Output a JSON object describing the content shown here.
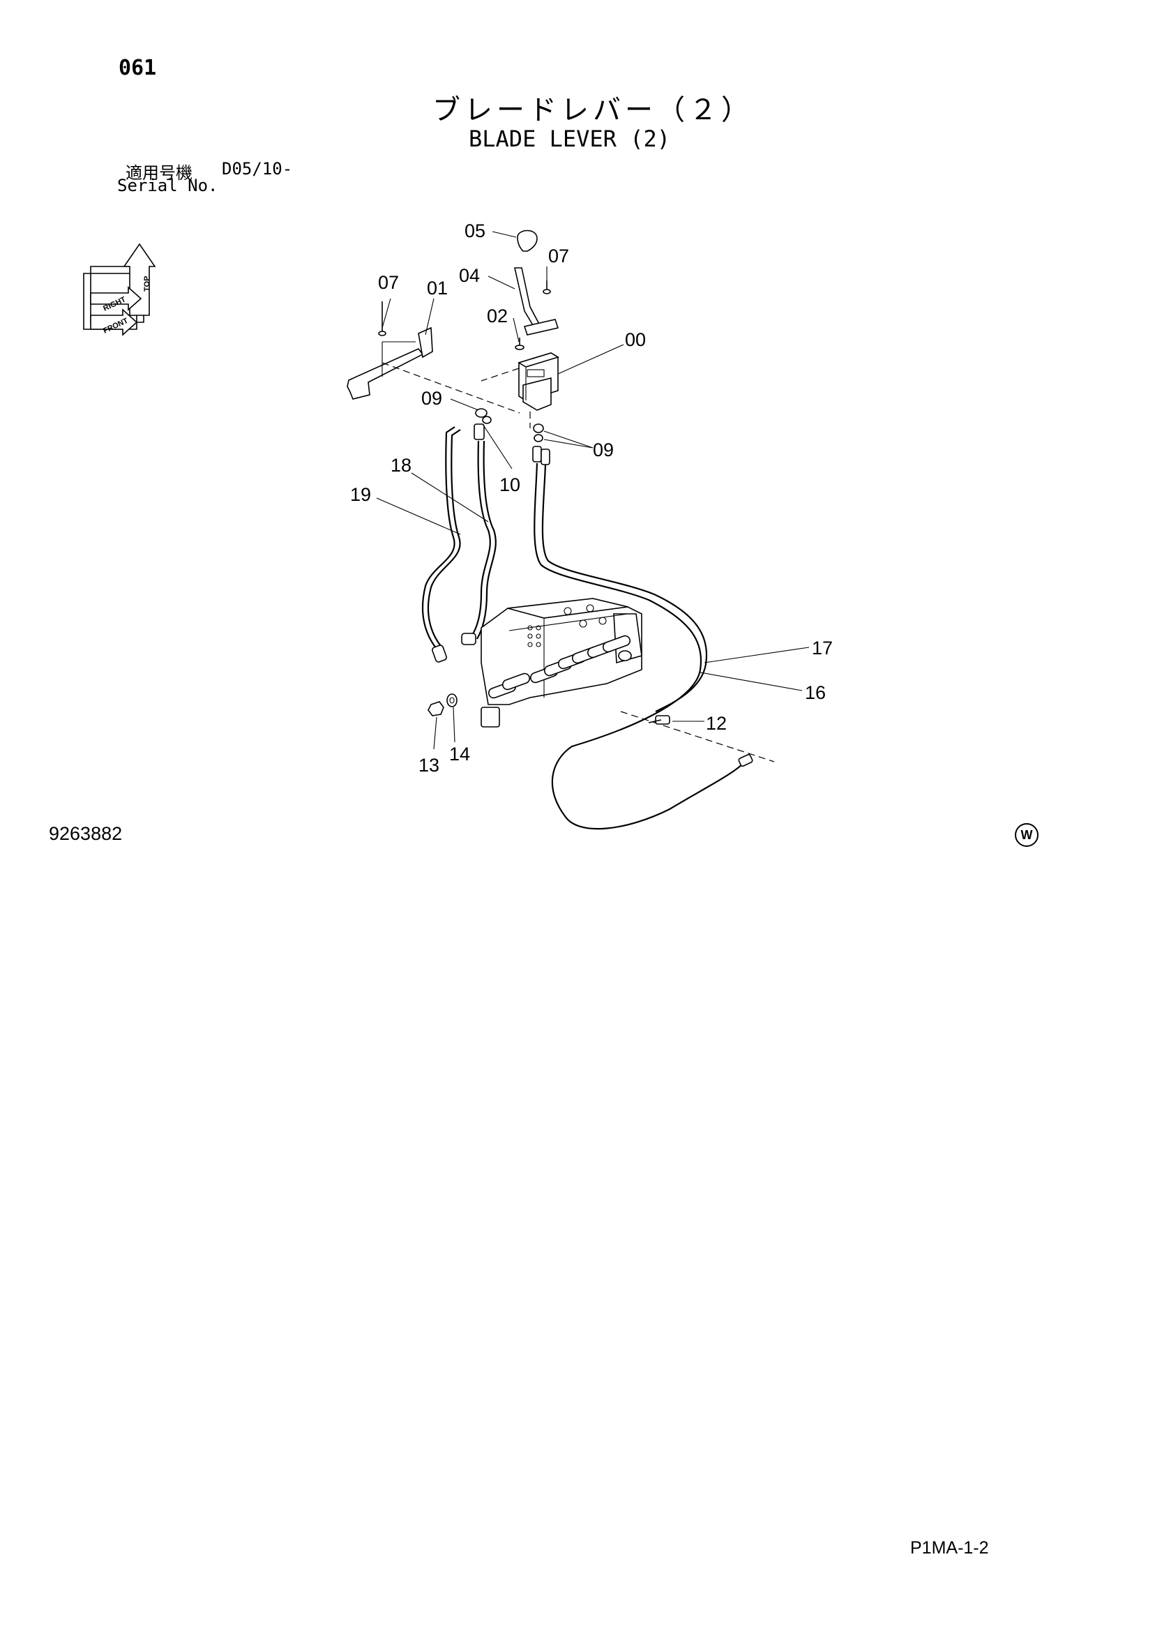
{
  "header": {
    "page_number": "061",
    "title_jp": "ブレードレバー（２）",
    "title_en": "BLADE LEVER (2)",
    "serial_label_jp": "適用号機",
    "serial_value": "D05/10-",
    "serial_label_en": "Serial No."
  },
  "orientation_icon": {
    "labels": [
      "TOP",
      "FRONT",
      "RIGHT"
    ]
  },
  "callouts": [
    "00",
    "01",
    "02",
    "04",
    "05",
    "07",
    "07",
    "09",
    "09",
    "10",
    "12",
    "13",
    "14",
    "16",
    "17",
    "18",
    "19"
  ],
  "footer": {
    "drawing_number": "9263882",
    "mark": "W",
    "page_reference": "P1MA-1-2"
  }
}
